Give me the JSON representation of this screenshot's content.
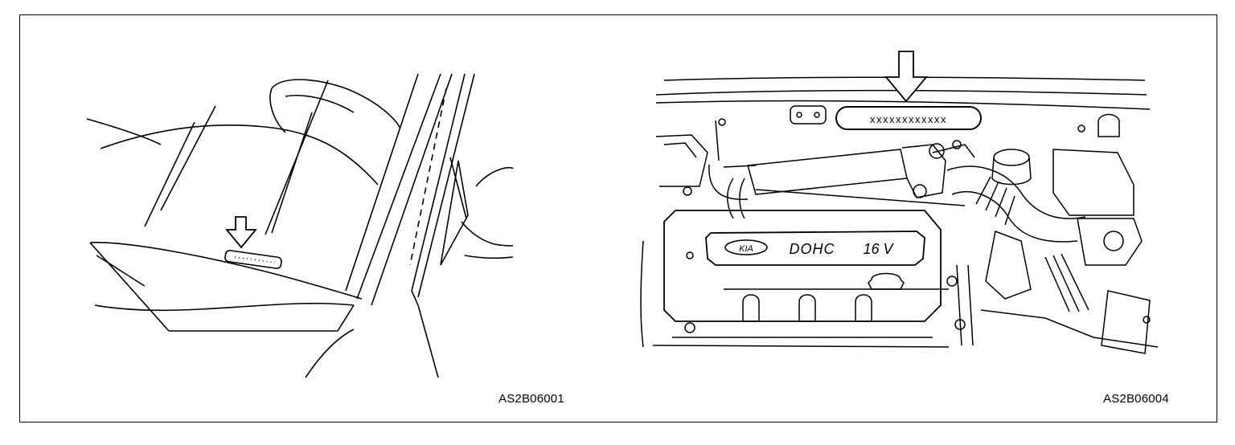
{
  "figures": [
    {
      "code": "AS2B06001"
    },
    {
      "code": "AS2B06004"
    }
  ],
  "labels": {
    "vin_plate": "xxxxxxxxxxxx",
    "brand": "KIA",
    "engine": "DOHC",
    "valves": "16 V"
  }
}
